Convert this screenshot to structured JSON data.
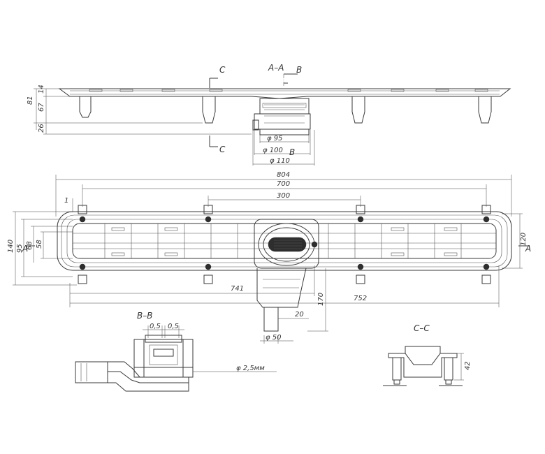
{
  "labels": {
    "section_aa": "A–A",
    "section_bb": "B–B",
    "section_cc": "C–C",
    "c_top": "C",
    "c_bottom": "C",
    "b_top": "B",
    "b_mid": "B",
    "a_left": "A",
    "a_right": "A"
  },
  "dims_elevation": {
    "d81": "81",
    "d67": "67",
    "d14": "14",
    "d26": "26",
    "phi95": "φ 95",
    "phi100": "φ 100",
    "phi110": "φ 110"
  },
  "dims_plan": {
    "d804": "804",
    "d700": "700",
    "d300": "300",
    "d1": "1",
    "d140": "140",
    "d95": "95",
    "d68": "68",
    "d58": "58",
    "d120": "120",
    "d741": "741",
    "d752": "752",
    "d170": "170",
    "d20": "20",
    "phi50": "φ 50"
  },
  "dims_bb": {
    "d05a": "0,5",
    "d05b": "0,5",
    "phi25": "φ 2,5мм"
  },
  "dims_cc": {
    "d42": "42"
  }
}
